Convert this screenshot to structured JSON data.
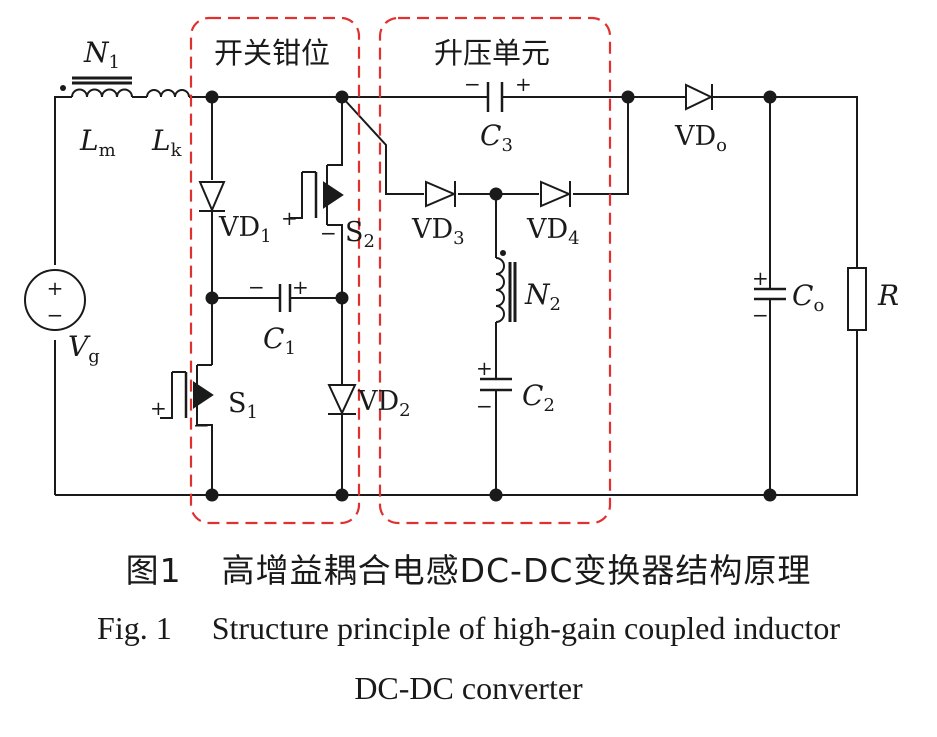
{
  "labels": {
    "N1": {
      "main": "N",
      "sub": "1"
    },
    "Lm": {
      "main": "L",
      "sub": "m"
    },
    "Lk": {
      "main": "L",
      "sub": "k"
    },
    "Vg": {
      "main": "V",
      "sub": "g"
    },
    "VD1": {
      "main": "VD",
      "sub": "1"
    },
    "VD2": {
      "main": "VD",
      "sub": "2"
    },
    "VD3": {
      "main": "VD",
      "sub": "3"
    },
    "VD4": {
      "main": "VD",
      "sub": "4"
    },
    "VDo": {
      "main": "VD",
      "sub": "o"
    },
    "S1": {
      "main": "S",
      "sub": "1"
    },
    "S2": {
      "main": "S",
      "sub": "2"
    },
    "C1": {
      "main": "C",
      "sub": "1"
    },
    "C2": {
      "main": "C",
      "sub": "2"
    },
    "C3": {
      "main": "C",
      "sub": "3"
    },
    "Co": {
      "main": "C",
      "sub": "o"
    },
    "N2": {
      "main": "N",
      "sub": "2"
    },
    "R": "R"
  },
  "regions": {
    "clamp": "开关钳位",
    "boost": "升压单元"
  },
  "polarity": {
    "plus": "+",
    "minus": "−"
  },
  "caption": {
    "cn_num": "图1",
    "cn_text": "高增益耦合电感DC-DC变换器结构原理",
    "en_num": "Fig. 1",
    "en_line1": "Structure principle of high-gain coupled inductor",
    "en_line2": "DC-DC converter"
  },
  "colors": {
    "wire": "#1a1a1a",
    "region_border": "#e03030"
  }
}
